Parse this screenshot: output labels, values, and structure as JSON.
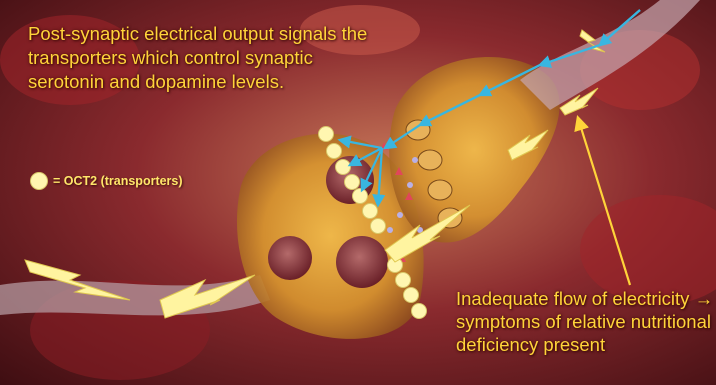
{
  "captions": {
    "post_synaptic": "Post-synaptic electrical output signals the transporters which control synaptic serotonin and dopamine levels.",
    "inadequate_flow": "Inadequate flow of electricity → symptoms of relative nutritional deficiency present"
  },
  "legend": {
    "label": "= OCT2 (transporters)",
    "symbol": "transporter-dot"
  },
  "colors": {
    "caption_text": "#ffd43a",
    "signal_arrows": "#39b6e0",
    "transporter": "#fff6b0",
    "lightning": "#fff4a0",
    "background": "#6a1a20"
  }
}
